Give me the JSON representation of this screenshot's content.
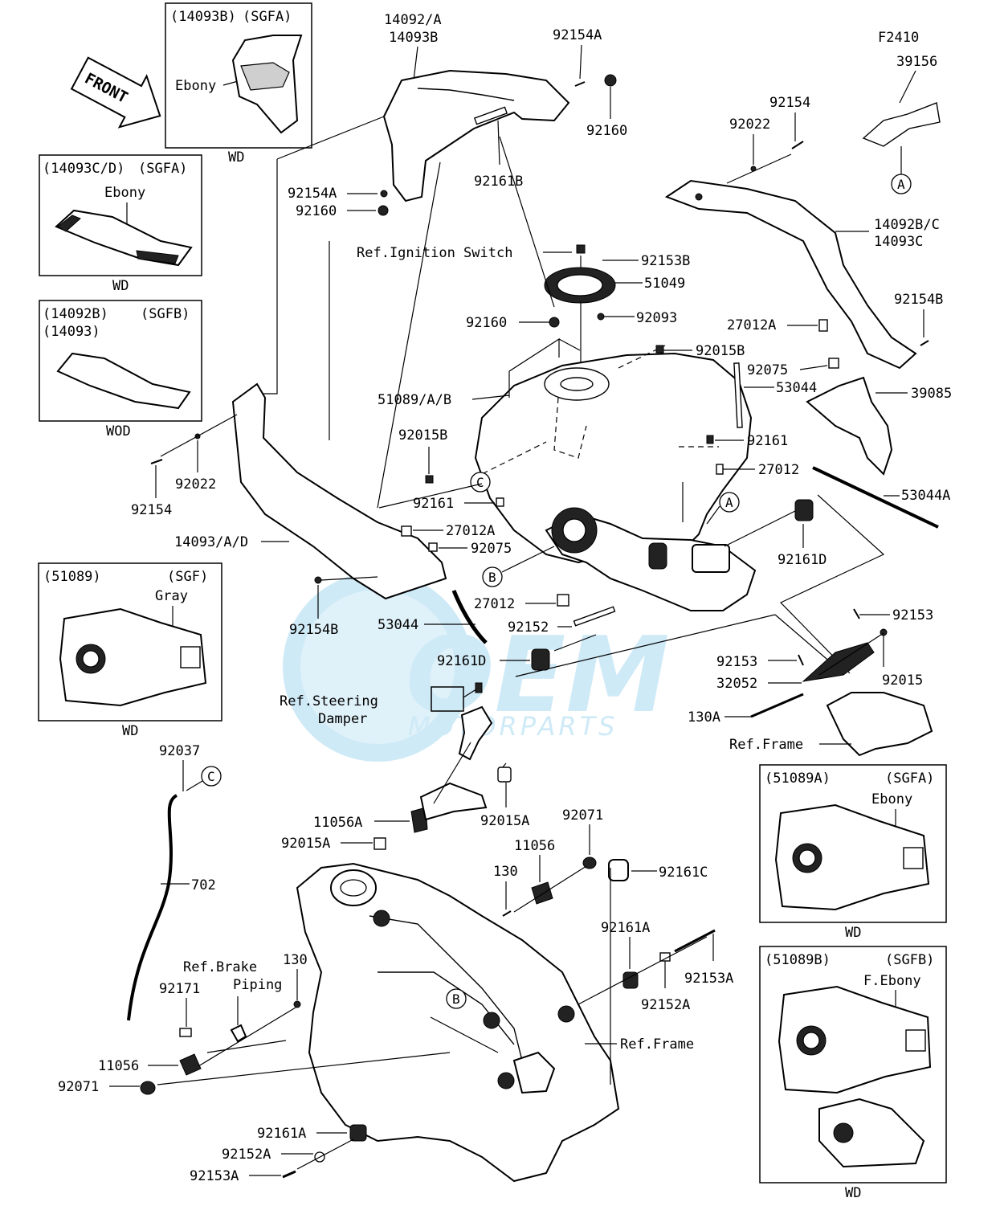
{
  "diagram_id": "F2410",
  "front_arrow": "FRONT",
  "circle_refs": [
    "A",
    "B",
    "C"
  ],
  "inset_boxes": [
    {
      "header_part": "(14093B)",
      "header_code": "(SGFA)",
      "color": "Ebony",
      "footer": "WD"
    },
    {
      "header_part": "(14093C/D)",
      "header_code": "(SGFA)",
      "color": "Ebony",
      "footer": "WD"
    },
    {
      "header_part": "(14092B)",
      "header_part2": "(14093)",
      "header_code": "(SGFB)",
      "footer": "WOD"
    },
    {
      "header_part": "(51089)",
      "header_code": "(SGF)",
      "color": "Gray",
      "footer": "WD"
    },
    {
      "header_part": "(51089A)",
      "header_code": "(SGFA)",
      "color": "Ebony",
      "footer": "WD"
    },
    {
      "header_part": "(51089B)",
      "header_code": "(SGFB)",
      "color": "F.Ebony",
      "footer": "WD"
    }
  ],
  "ref_labels": {
    "ignition": "Ref.Ignition Switch",
    "steering_1": "Ref.Steering",
    "steering_2": "Damper",
    "frame_upper": "Ref.Frame",
    "frame_lower": "Ref.Frame",
    "brake_1": "Ref.Brake",
    "brake_2": "Piping"
  },
  "parts": {
    "p39156": "39156",
    "p14092A": "14092/A",
    "p14093B": "14093B",
    "p92154A_top": "92154A",
    "p92160_top": "92160",
    "p92161B": "92161B",
    "p92154A_mid": "92154A",
    "p92160_mid": "92160",
    "p92154_r": "92154",
    "p92022_r": "92022",
    "p14092BC": "14092B/C",
    "p14093C": "14093C",
    "p92153B": "92153B",
    "p51049": "51049",
    "p92093": "92093",
    "p92160_low": "92160",
    "p92154B_r": "92154B",
    "p27012A_r": "27012A",
    "p92015B_r": "92015B",
    "p92075_r": "92075",
    "p53044_r": "53044",
    "p39085": "39085",
    "p51089AB": "51089/A/B",
    "p92015B_l": "92015B",
    "p92161_r": "92161",
    "p27012_r": "27012",
    "p53044A": "53044A",
    "p92022_l": "92022",
    "p92154_l": "92154",
    "p92161_l": "92161",
    "p27012A_l": "27012A",
    "p92075_l": "92075",
    "p14093AD": "14093/A/D",
    "p92161D_r": "92161D",
    "p92154B_l": "92154B",
    "p27012_l": "27012",
    "p53044_l": "53044",
    "p92152": "92152",
    "p92153_r": "92153",
    "p92153_m": "92153",
    "p32052": "32052",
    "p92015": "92015",
    "p92161D_l": "92161D",
    "p130A": "130A",
    "p92037": "92037",
    "p11056A": "11056A",
    "p92015A_r": "92015A",
    "p92071_r": "92071",
    "p92015A_l": "92015A",
    "p11056_r": "11056",
    "p130_r": "130",
    "p92161C": "92161C",
    "p702": "702",
    "p92161A_r": "92161A",
    "p130_l": "130",
    "p92153A_r": "92153A",
    "p92171": "92171",
    "p92152A_r": "92152A",
    "p11056_l": "11056",
    "p92071_l": "92071",
    "p92161A_l": "92161A",
    "p92152A_l": "92152A",
    "p92153A_l": "92153A"
  },
  "watermark": {
    "brand": "OEM",
    "sub": "MOTORPARTS",
    "color": "#29a3dc"
  }
}
